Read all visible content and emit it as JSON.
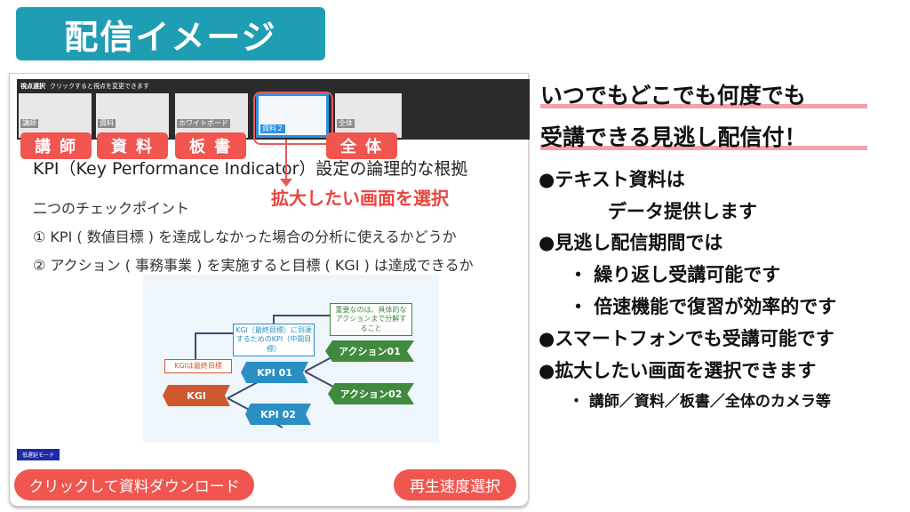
{
  "banner": {
    "title": "配信イメージ"
  },
  "player": {
    "view_select_label": "視点選択",
    "view_select_hint": "クリックすると視点を変更できます",
    "thumbnails": [
      {
        "label": "講師"
      },
      {
        "label": "資料"
      },
      {
        "label": "ホワイトボード"
      },
      {
        "label": "資料２",
        "selected": true
      },
      {
        "label": "全体"
      }
    ],
    "tags": [
      "講師",
      "資料",
      "板書",
      "全体"
    ],
    "callout": "拡大したい画面を選択",
    "slide": {
      "title": "KPI（Key Performance Indicator）設定の論理的な根拠",
      "checkpoints": [
        "二つのチェックポイント",
        "① KPI ( 数値目標 ) を達成しなかった場合の分析に使えるかどうか",
        "② アクション ( 事務事業 ) を実施すると目標 ( KGI ) は達成できるか"
      ],
      "diagram": {
        "kgi": "KGI",
        "kgi_note": "KGIは最終目標",
        "kpi1": "KPI 01",
        "kpi2": "KPI 02",
        "kpi_note": "KGI（最終目標）に到達するためのKPI（中間目標）",
        "action1": "アクション01",
        "action2": "アクション02",
        "action_note": "重要なのは、具体的なアクションまで分解すること"
      }
    },
    "low_latency": "低遅延モード",
    "download_button": "クリックして資料ダウンロード",
    "speed_button": "再生速度選択"
  },
  "colors": {
    "accent": "#f0554f",
    "banner": "#1f9db3",
    "kgi": "#d0582e",
    "kpi": "#2b8fc4",
    "action": "#3f8a3c"
  },
  "features": {
    "headline": [
      "いつでもどこでも何度でも",
      "受講できる見逃し配信付！"
    ],
    "points": [
      "●テキスト資料は",
      "データ提供します",
      "●見逃し配信期間では",
      "・ 繰り返し受講可能です",
      "・ 倍速機能で復習が効率的です",
      "●スマートフォンでも受講可能です",
      "●拡大したい画面を選択できます",
      "・ 講師／資料／板書／全体のカメラ等"
    ]
  }
}
